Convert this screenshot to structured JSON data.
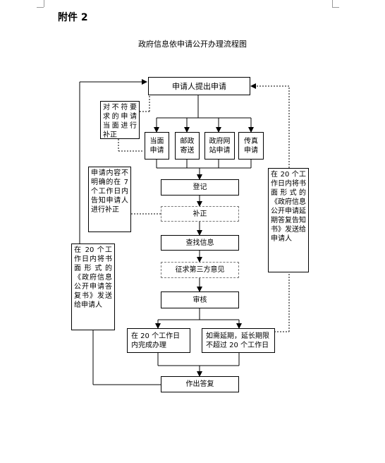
{
  "header": {
    "attachment_label": "附件 2"
  },
  "diagram": {
    "title": "政府信息依申请公开办理流程图",
    "nodes": {
      "apply": "申请人提出申请",
      "method_in_person": "当面申请",
      "method_post": "邮政寄送",
      "method_website": "政府网站申请",
      "method_fax": "传真申请",
      "register": "登记",
      "supplement": "补正",
      "search": "查找信息",
      "third_party": "征求第三方意见",
      "review": "审核",
      "complete": "在 20 个工作日内完成办理",
      "extend": "如需延期，延长期限不超过 20 个工作日",
      "reply": "作出答复"
    },
    "notes": {
      "noncompliant": "对不符要求的申请当面进行补正",
      "unclear": "申请内容不明确的在 7 个工作日内告知申请人进行补正",
      "extension_notice": "在 20 个工作日内将书面形式的《政府信息公开申请延期答复告知书》发送给申请人",
      "reply_notice": "在 20 个工作日内将书面形式的《政府信息公开申请答复书》发送给申请人"
    }
  }
}
